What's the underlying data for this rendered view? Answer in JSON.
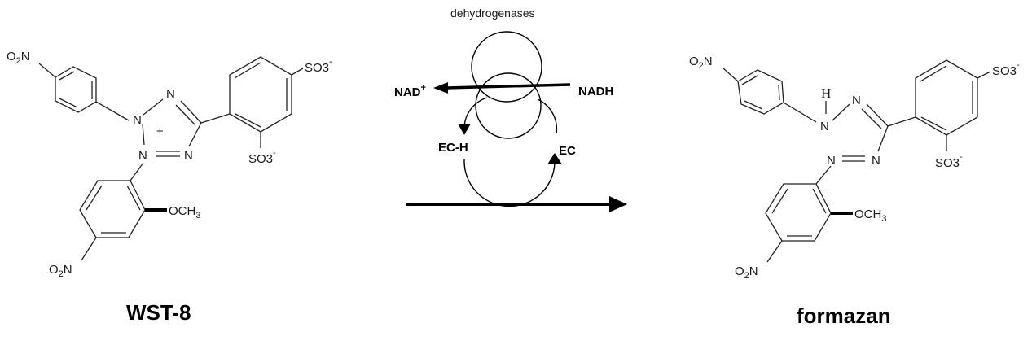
{
  "left_molecule": {
    "name": "WST-8",
    "groups": {
      "nitro": "O2N",
      "sulfonate": "SO3",
      "methoxy": "OCH3",
      "nitrogen": "N",
      "charge_plus": "+",
      "charge_minus": "-"
    }
  },
  "right_molecule": {
    "name": "formazan",
    "groups": {
      "nitro": "O2N",
      "sulfonate": "SO3",
      "methoxy": "OCH3",
      "nitrogen": "N",
      "hydrogen": "H",
      "charge_minus": "-"
    }
  },
  "reaction": {
    "enzyme": "dehydrogenases",
    "cofactor_oxidized": "NAD",
    "cofactor_oxidized_charge": "+",
    "cofactor_reduced": "NADH",
    "carrier_reduced": "EC-H",
    "carrier_oxidized": "EC"
  }
}
